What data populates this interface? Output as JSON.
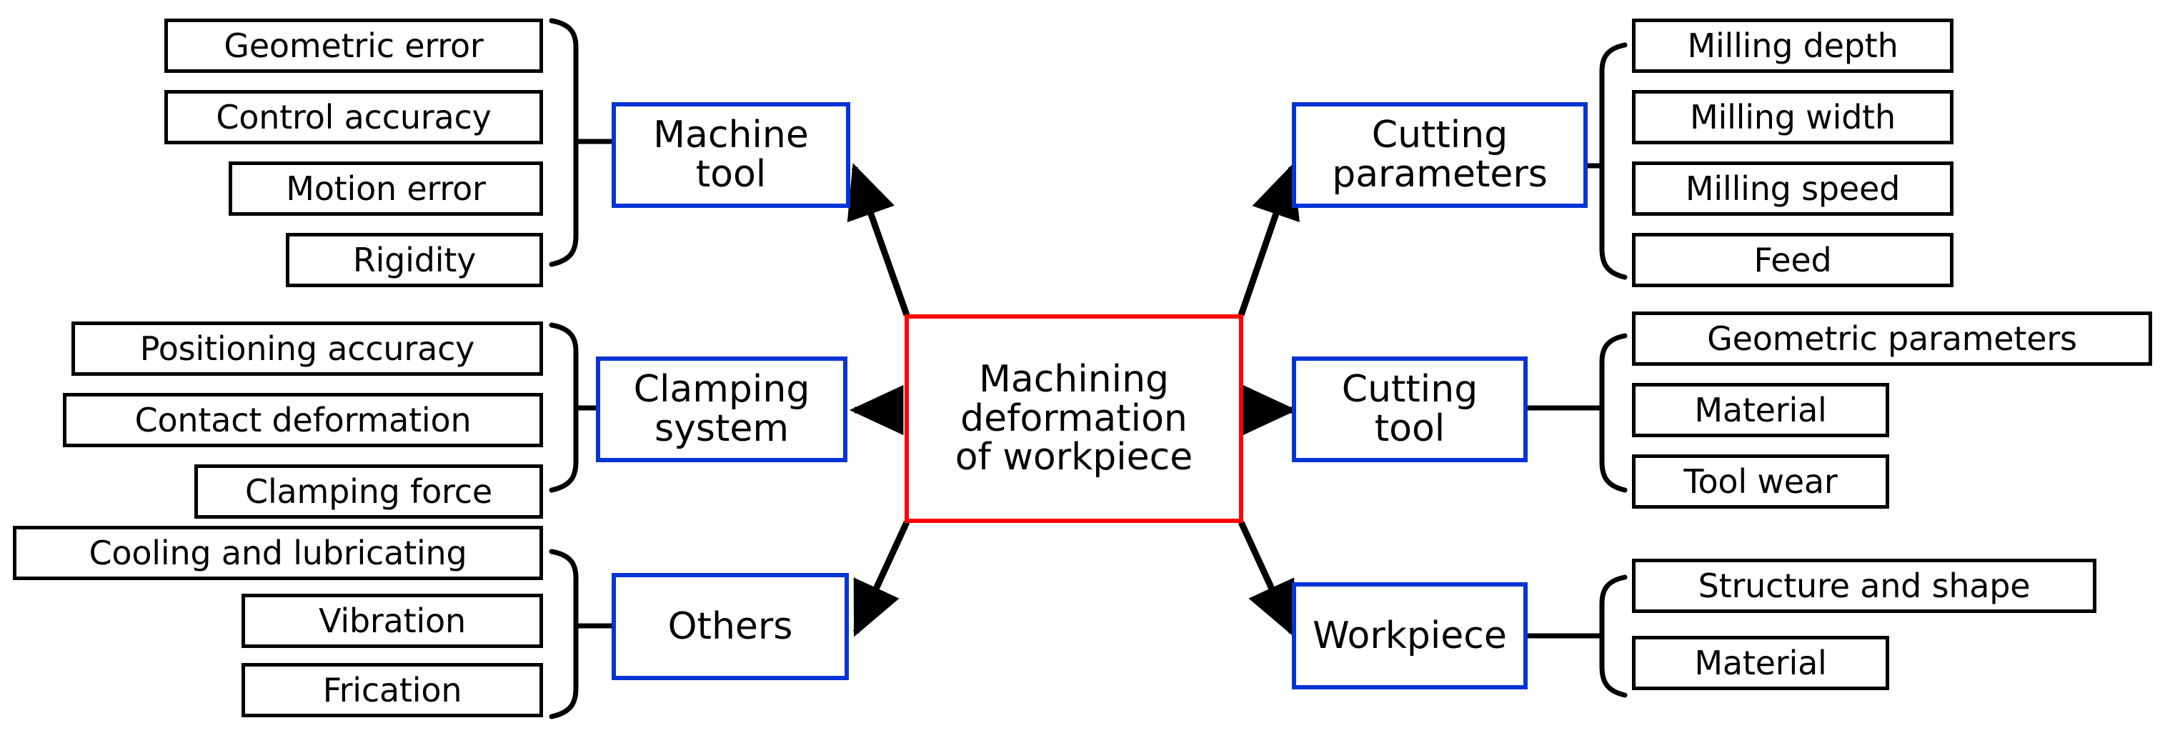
{
  "diagram": {
    "title_node": {
      "lines": [
        "Machining",
        "deformation",
        "of workpiece"
      ],
      "border_color": "#ff0000"
    },
    "branch_border_color": "#0434d6",
    "leaf_border_color": "#000000",
    "branches": [
      {
        "id": "machine-tool",
        "side": "left",
        "label": "Machine tool",
        "label_lines": [
          "Machine",
          "tool"
        ],
        "leaves": [
          "Geometric error",
          "Control accuracy",
          "Motion error",
          "Rigidity"
        ]
      },
      {
        "id": "clamping-system",
        "side": "left",
        "label": "Clamping system",
        "label_lines": [
          "Clamping",
          "system"
        ],
        "leaves": [
          "Positioning accuracy",
          "Contact deformation",
          "Clamping force"
        ]
      },
      {
        "id": "others",
        "side": "left",
        "label": "Others",
        "label_lines": [
          "Others"
        ],
        "leaves": [
          "Cooling and lubricating",
          "Vibration",
          "Frication"
        ]
      },
      {
        "id": "cutting-parameters",
        "side": "right",
        "label": "Cutting parameters",
        "label_lines": [
          "Cutting",
          "parameters"
        ],
        "leaves": [
          "Milling depth",
          "Milling width",
          "Milling speed",
          "Feed"
        ]
      },
      {
        "id": "cutting-tool",
        "side": "right",
        "label": "Cutting tool",
        "label_lines": [
          "Cutting",
          "tool"
        ],
        "leaves": [
          "Geometric parameters",
          "Material",
          "Tool wear"
        ]
      },
      {
        "id": "workpiece",
        "side": "right",
        "label": "Workpiece",
        "label_lines": [
          "Workpiece"
        ],
        "leaves": [
          "Structure and shape",
          "Material"
        ]
      }
    ]
  }
}
